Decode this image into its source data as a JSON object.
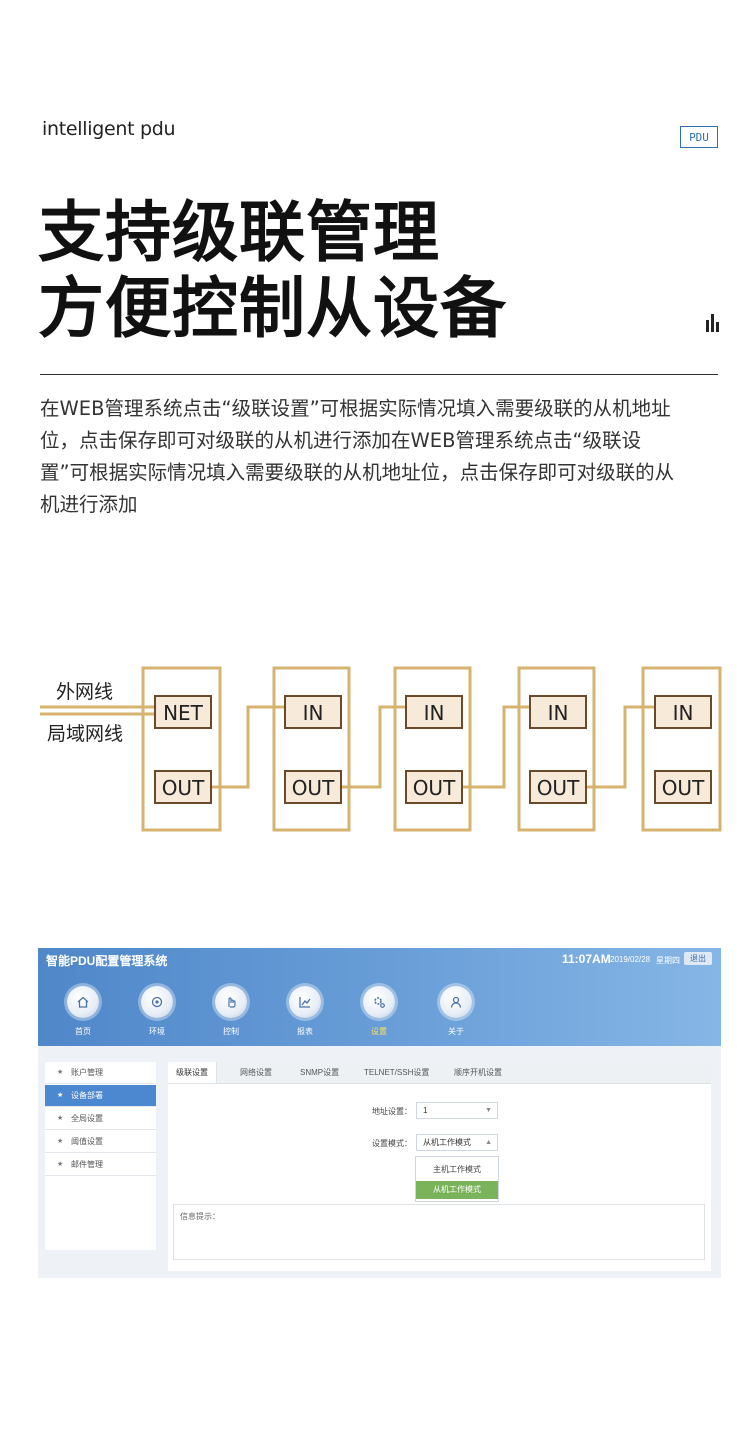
{
  "header": {
    "brand": "intelligent pdu",
    "badge": "PDU",
    "title_line1": "支持级联管理",
    "title_line2": "方便控制从设备",
    "description": "在WEB管理系统点击“级联设置”可根据实际情况填入需要级联的从机地址位，点击保存即可对级联的从机进行添加在WEB管理系统点击“级联设置”可根据实际情况填入需要级联的从机地址位，点击保存即可对级联的从机进行添加"
  },
  "diagram": {
    "labels": {
      "external": "外网线",
      "lan": "局域网线"
    },
    "units": [
      {
        "top": "NET",
        "bottom": "OUT"
      },
      {
        "top": "IN",
        "bottom": "OUT"
      },
      {
        "top": "IN",
        "bottom": "OUT"
      },
      {
        "top": "IN",
        "bottom": "OUT"
      },
      {
        "top": "IN",
        "bottom": "OUT"
      }
    ],
    "colors": {
      "frame": "#d6b36e",
      "box_fill": "#f7ead8",
      "box_border": "#6b4a2a"
    }
  },
  "ui": {
    "app_title": "智能PDU配置管理系统",
    "time": "11:07AM",
    "date": "2019/02/28",
    "weekday": "星期四",
    "logout": "退出",
    "nav": [
      {
        "label": "首页",
        "icon": "home-icon"
      },
      {
        "label": "环境",
        "icon": "environment-icon"
      },
      {
        "label": "控制",
        "icon": "hand-icon"
      },
      {
        "label": "报表",
        "icon": "chart-icon"
      },
      {
        "label": "设置",
        "icon": "settings-icon",
        "active": true
      },
      {
        "label": "关于",
        "icon": "user-icon"
      }
    ],
    "sidebar": [
      {
        "label": "账户管理"
      },
      {
        "label": "设备部署",
        "active": true
      },
      {
        "label": "全局设置"
      },
      {
        "label": "阈值设置"
      },
      {
        "label": "邮件管理"
      }
    ],
    "tabs": [
      {
        "label": "级联设置",
        "active": true
      },
      {
        "label": "网络设置"
      },
      {
        "label": "SNMP设置"
      },
      {
        "label": "TELNET/SSH设置"
      },
      {
        "label": "顺序开机设置"
      }
    ],
    "form": {
      "address_label": "地址设置：",
      "address_value": "1",
      "mode_label": "设置模式：",
      "mode_value": "从机工作模式",
      "options": [
        "主机工作模式",
        "从机工作模式"
      ],
      "info_label": "信息提示："
    },
    "colors": {
      "header": "#4f87c9",
      "active_side": "#4c88cf",
      "selected_option": "#7bb35a"
    }
  }
}
